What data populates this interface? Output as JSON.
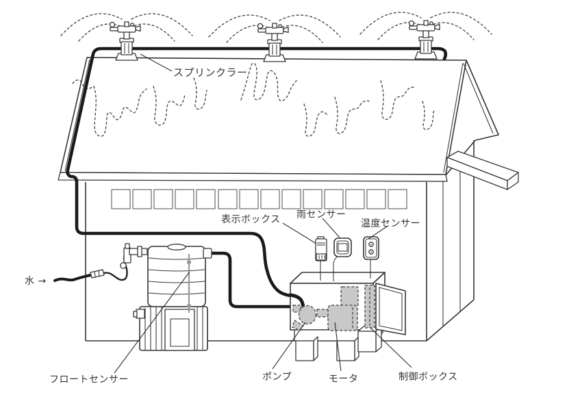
{
  "title": "rooftop-sprinkler-system-diagram",
  "labels": {
    "sprinkler": "スプリンクラー",
    "display_box": "表示ボックス",
    "rain_sensor": "雨センサー",
    "temp_sensor": "温度センサー",
    "water": "水 →",
    "float_sensor": "フロートセンサー",
    "pump": "ポンプ",
    "motor": "モータ",
    "control_box": "制御ボックス"
  },
  "colors": {
    "bg": "#ffffff",
    "line": "#333333",
    "pipe": "#1a1a1a",
    "dash": "#555555",
    "fill_gray": "#c8c8c8",
    "label": "#333333"
  }
}
